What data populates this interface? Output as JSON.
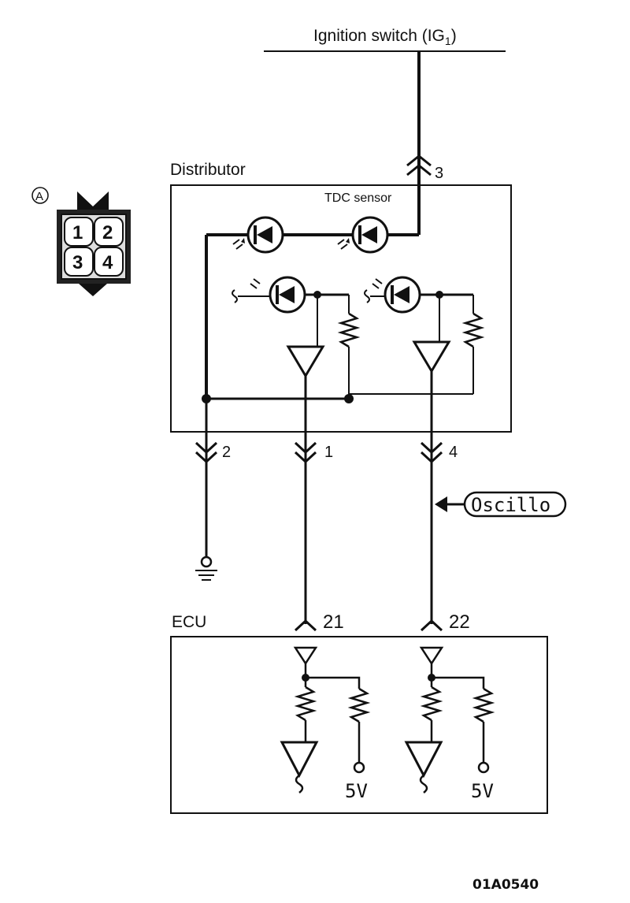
{
  "labels": {
    "ignition": "Ignition switch (IG",
    "ignition_sub": "1",
    "ignition_close": ")",
    "distributor": "Distributor",
    "tdc_sensor": "TDC sensor",
    "ecu": "ECU",
    "oscillo": "Oscillo",
    "figure_code": "01A0540",
    "connector_marker": "A"
  },
  "connector_pins": [
    "1",
    "2",
    "3",
    "4"
  ],
  "terminals": {
    "dist_3": "3",
    "dist_2": "2",
    "dist_1": "1",
    "dist_4": "4",
    "ecu_21": "21",
    "ecu_22": "22"
  },
  "supply": {
    "left": "5V",
    "right": "5V"
  }
}
